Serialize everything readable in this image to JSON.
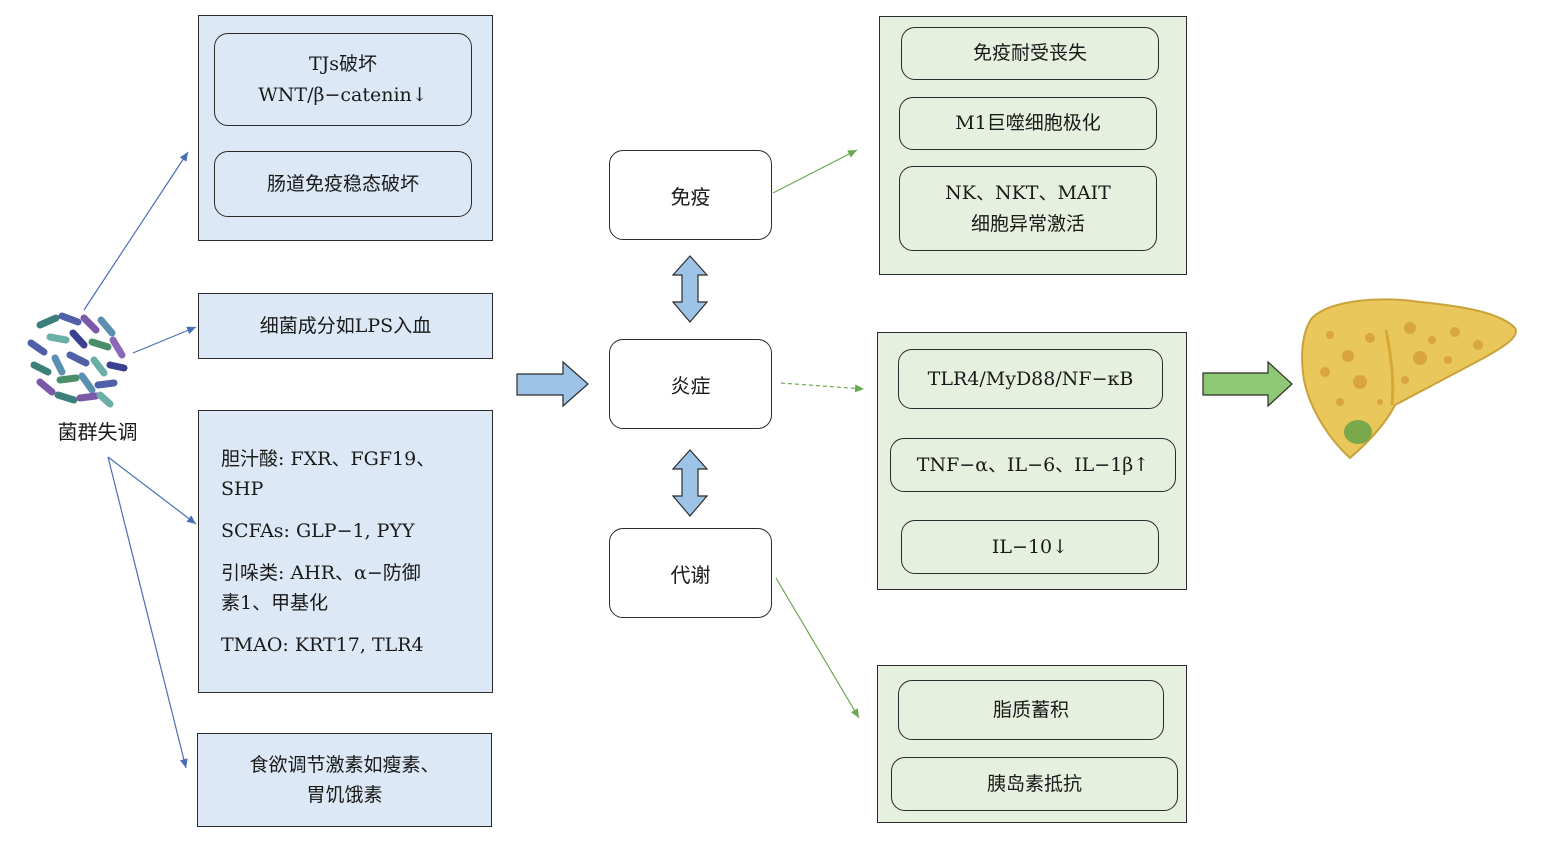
{
  "microbes": {
    "label": "菌群失调",
    "icon": "bacteria-cluster-icon"
  },
  "left_boxes": {
    "barrier": {
      "item1": [
        "TJs破坏",
        "WNT/β−catenin↓"
      ],
      "item2": "肠道免疫稳态破坏"
    },
    "lps": "细菌成分如LPS入血",
    "metabolites": [
      [
        "胆汁酸: FXR、FGF19、",
        "SHP"
      ],
      [
        "SCFAs: GLP−1, PYY"
      ],
      [
        "引哚类: AHR、α−防御",
        "素1、甲基化"
      ],
      [
        "TMAO: KRT17, TLR4"
      ]
    ],
    "hormones": [
      "食欲调节激素如瘦素、",
      "胃饥饿素"
    ]
  },
  "center_nodes": {
    "immune": "免疫",
    "inflammation": "炎症",
    "metabolism": "代谢"
  },
  "right_boxes": {
    "immune": {
      "item1": "免疫耐受丧失",
      "item2": "M1巨噬细胞极化",
      "item3": [
        "NK、NKT、MAIT",
        "细胞异常激活"
      ]
    },
    "inflammation": {
      "item1": "TLR4/MyD88/NF−κB",
      "item2": "TNF−α、IL−6、IL−1β↑",
      "item3": "IL−10↓"
    },
    "metabolism": {
      "item1": "脂质蓄积",
      "item2": "胰岛素抵抗"
    }
  },
  "liver": {
    "icon": "fatty-liver-icon"
  },
  "colors": {
    "blue_fill": "#dce8f5",
    "green_fill": "#e6f0de",
    "blue_arrow": "#4a6fb5",
    "green_arrow": "#6aa84f",
    "big_blue_arrow": "#9dc3e6",
    "big_green_arrow": "#8fc874"
  }
}
